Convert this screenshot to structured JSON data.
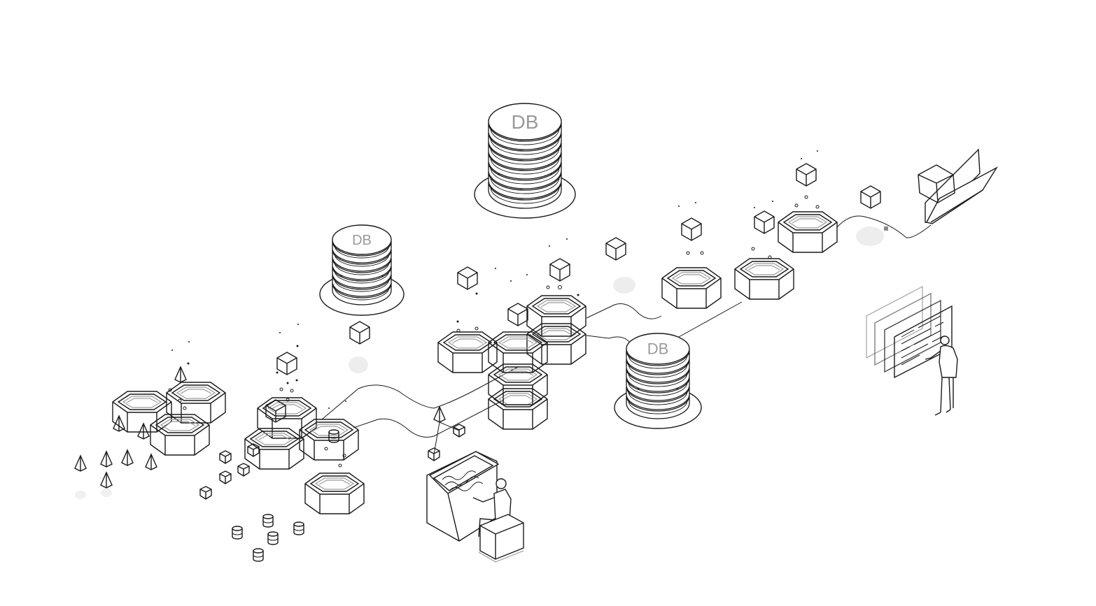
{
  "diagram": {
    "databases": [
      {
        "name": "db-large-top",
        "label": "DB"
      },
      {
        "name": "db-medium-left",
        "label": "DB"
      },
      {
        "name": "db-medium-center",
        "label": "DB"
      }
    ]
  },
  "colors": {
    "background": "#ffffff",
    "stroke": "#1a1a1a",
    "db_label": "#9a9a9a",
    "soft_gray": "#9a9a9a"
  },
  "icons": [
    "database-icon",
    "hexagon-tray-icon",
    "cube-icon",
    "pyramid-icon",
    "cylinder-icon",
    "folder-icon",
    "document-panel-icon",
    "person-at-console-icon",
    "person-standing-icon"
  ]
}
